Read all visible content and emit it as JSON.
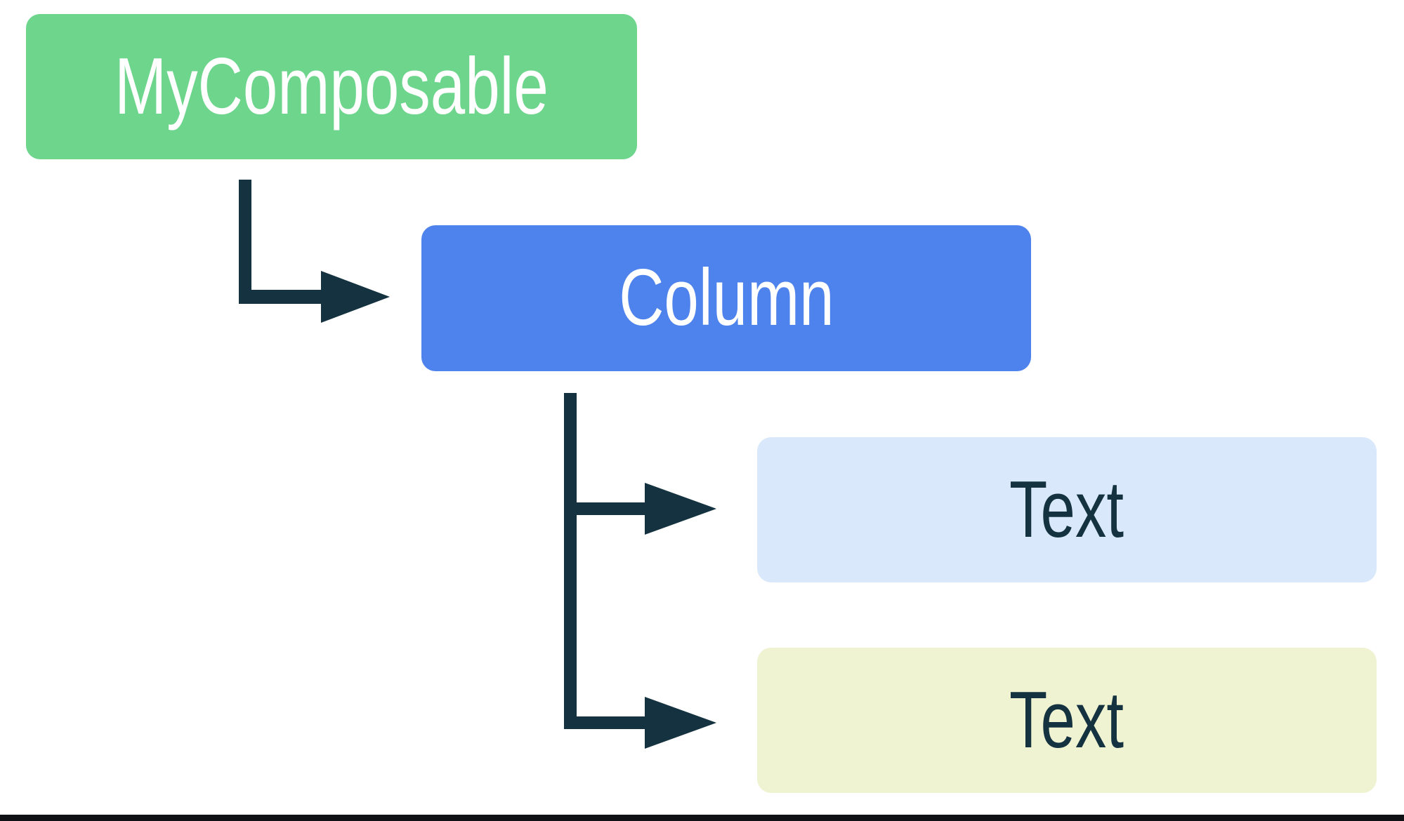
{
  "diagram": {
    "type": "tree",
    "nodes": [
      {
        "id": "mycomposable",
        "label": "MyComposable",
        "bg": "#6DD58C",
        "fg": "#FFFFFF"
      },
      {
        "id": "column",
        "label": "Column",
        "bg": "#4E82EC",
        "fg": "#FFFFFF"
      },
      {
        "id": "text-1",
        "label": "Text",
        "bg": "#D9E9FB",
        "fg": "#14323F"
      },
      {
        "id": "text-2",
        "label": "Text",
        "bg": "#EFF3D1",
        "fg": "#14323F"
      }
    ],
    "edges": [
      {
        "from": "mycomposable",
        "to": "column"
      },
      {
        "from": "column",
        "to": "text-1"
      },
      {
        "from": "column",
        "to": "text-2"
      }
    ],
    "colors": {
      "connector": "#14323F",
      "canvas_background": "#FFFFFF",
      "bottom_border": "#101114"
    }
  }
}
